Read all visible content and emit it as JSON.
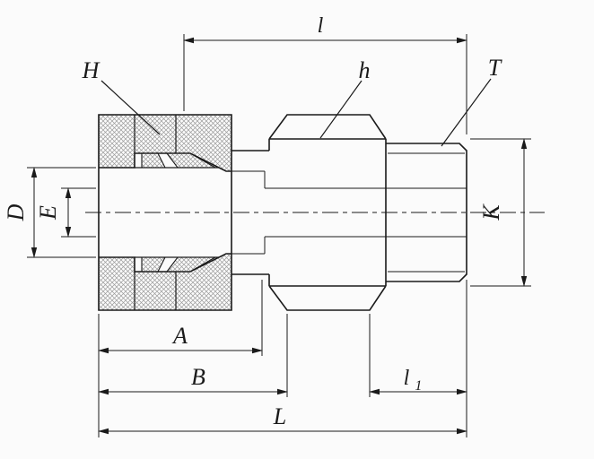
{
  "labels": {
    "l": "l",
    "H": "H",
    "h": "h",
    "T": "T",
    "D": "D",
    "E": "E",
    "K": "K",
    "A": "A",
    "B": "B",
    "l1_base": "l",
    "l1_sub": "1",
    "L": "L"
  },
  "colors": {
    "line": "#1a1a1a",
    "hatch": "#9a9a9a",
    "background": "#fbfbfb"
  }
}
